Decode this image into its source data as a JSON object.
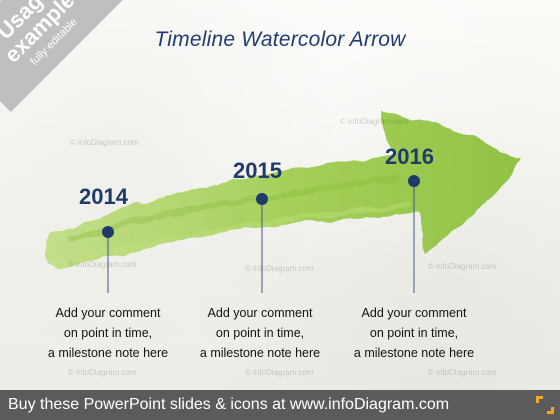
{
  "badge": {
    "line1": "Usage",
    "line2": "example",
    "line3": "fully editable"
  },
  "title": "Timeline Watercolor Arrow",
  "milestones": [
    {
      "year": "2014",
      "comment": [
        "Add your comment",
        "on point in time,",
        "a milestone note here"
      ]
    },
    {
      "year": "2015",
      "comment": [
        "Add your comment",
        "on point in time,",
        "a milestone note here"
      ]
    },
    {
      "year": "2016",
      "comment": [
        "Add your comment",
        "on point in time,",
        "a milestone note here"
      ]
    }
  ],
  "watermark_text": "© infoDiagram.com",
  "footer": {
    "text": "Buy these PowerPoint slides & icons at www.infoDiagram.com"
  },
  "colors": {
    "arrow": "#9ccc4a",
    "arrow_dark": "#7fb034",
    "accent_blue": "#1e3b6a",
    "badge_grey": "#bfbfbf",
    "footer_grey": "#5b5b5b",
    "logo_orange": "#f5a623"
  }
}
